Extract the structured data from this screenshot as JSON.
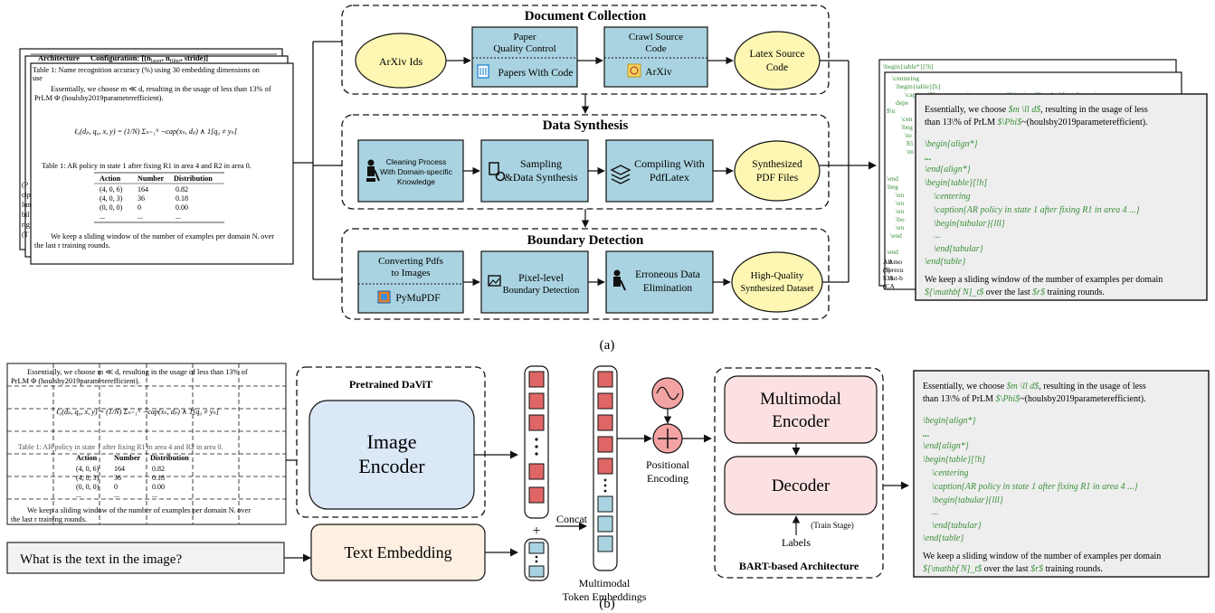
{
  "panel_a": {
    "caption": "(a)",
    "stages": {
      "collection": "Document Collection",
      "synthesis": "Data Synthesis",
      "detection": "Boundary Detection"
    },
    "collection": {
      "arxiv_ids": "ArXiv Ids",
      "quality_title_1": "Paper",
      "quality_title_2": "Quality Control",
      "papers_with_code": "Papers With Code",
      "crawl_title_1": "Crawl Source",
      "crawl_title_2": "Code",
      "arxiv": "ArXiv",
      "latex_1": "Latex Source",
      "latex_2": "Code"
    },
    "synthesis": {
      "cleaning_1": "Cleaning Process",
      "cleaning_2": "With Domain-specific",
      "cleaning_3": "Knowledge",
      "sampling_1": "Sampling",
      "sampling_2": "&Data Synthesis",
      "compiling_1": "Compiling With",
      "compiling_2": "PdfLatex",
      "synth_1": "Synthesized",
      "synth_2": "PDF Files"
    },
    "detection": {
      "convert_1": "Converting Pdfs",
      "convert_2": "to Images",
      "pymupdf": "PyMuPDF",
      "pixel_1": "Pixel-level",
      "pixel_2": "Boundary Detection",
      "erroneous_1": "Erroneous Data",
      "erroneous_2": "Elimination",
      "hq_1": "High-Quality",
      "hq_2": "Synthesized Dataset"
    },
    "doc_left": {
      "back_header_1": "Architecture",
      "back_header_2": "Configuration: [(n",
      "back_header_3": "layer",
      "back_header_4": ", n",
      "back_header_5": "filter",
      "back_header_6": ", stride)]",
      "mid_caption": "Table 1: Name recognition accuracy (%) using 30 embedding dimensions on",
      "mid_frag": "use",
      "para1_l1": "Essentially, we choose m ≪ d, resulting in the usage of less than 13% of",
      "para1_l2": "PrLM Φ (houlsby2019parameterefficient).",
      "formula": "ℓ₀(dₚ, q₀, x, y) = (1/N) Σₙ₌₁ᴺ ¬cap(xₙ, dₚ) ∧ 1[q₀ ≠ yₙ]",
      "table_caption": "Table 1: AR policy in state 1 after fixing R1 in area 4 and R2 in area 0.",
      "table_headers": [
        "Action",
        "Number",
        "Distribution"
      ],
      "table_rows": [
        [
          "(4, 0, 6)",
          "164",
          "0.82"
        ],
        [
          "(4, 0, 3)",
          "36",
          "0.18"
        ],
        [
          "(0, 0, 0)",
          "0",
          "0.00"
        ],
        [
          "...",
          "...",
          "..."
        ]
      ],
      "para2_l1": "We keep a sliding window of the number of examples per domain Nᵢ over",
      "para2_l2": "the last r training rounds.",
      "side_frags": [
        "(P",
        "cip",
        "lun",
        "bil",
        "rig",
        "(T"
      ]
    },
    "doc_right": {
      "back1": "\\begin{table*}[!h]",
      "back2_lines": [
        "\\centering",
        "\\begin{table}[h]",
        "\\caption{Name recognition accuracy (%) using 30 embedding dimensions on user-",
        "depe",
        "$\\n",
        "\\cen",
        "\\beg",
        "\\to",
        "$5",
        "\\m",
        "\\end",
        "\\beg",
        "\\en",
        "\\en",
        "\\en",
        "\\bo",
        "\\en",
        "\\end",
        "\\end",
        "Amo",
        "precu",
        "out-b",
        "Alt",
        "($\\",
        "$3$",
        "(CA"
      ],
      "front_l1_a": "Essentially, we choose ",
      "front_l1_b": "$m \\ll d$",
      "front_l1_c": ", resulting in the usage of less",
      "front_l2_a": "than 13\\% of PrLM ",
      "front_l2_b": "$\\Phi$",
      "front_l2_c": "~(houlsby2019parameterefficient).",
      "code": [
        "\\begin{align*}",
        "...",
        "\\end{align*}",
        "\\begin{table}[!h]",
        "\\centering",
        "\\caption{AR policy in state 1 after fixing R1 in area 4 ...}",
        "\\begin{tabular}{lll}",
        "...",
        "\\end{tabular}",
        "\\end{table}"
      ],
      "closing_l1": "We keep a sliding window of the number of examples per domain",
      "closing_l2_a": "$[\\mathbf N]_t$",
      "closing_l2_b": " over the last ",
      "closing_l2_c": "$r$",
      "closing_l2_d": " training rounds."
    }
  },
  "panel_b": {
    "caption": "(b)",
    "question": "What is the text in the image?",
    "pretrained": "Pretrained DaViT",
    "image_encoder_1": "Image",
    "image_encoder_2": "Encoder",
    "text_embedding": "Text Embedding",
    "concat": "Concat",
    "plus": "+",
    "multimodal_emb_1": "Multimodal",
    "multimodal_emb_2": "Token Embeddings",
    "positional_1": "Positional",
    "positional_2": "Encoding",
    "mm_encoder_1": "Multimodal",
    "mm_encoder_2": "Encoder",
    "decoder": "Decoder",
    "train_stage": "(Train Stage)",
    "labels": "Labels",
    "bart": "BART-based Architecture",
    "colors": {
      "red_token": "#e06666",
      "blue_token": "#a9d3e0",
      "image_encoder": "#dbe8f8",
      "text_embedding": "#fdf0e2",
      "bart_block": "#fbe1e1",
      "stage_box": "#a9d3e0",
      "ellipse": "#fdf7b3"
    }
  }
}
